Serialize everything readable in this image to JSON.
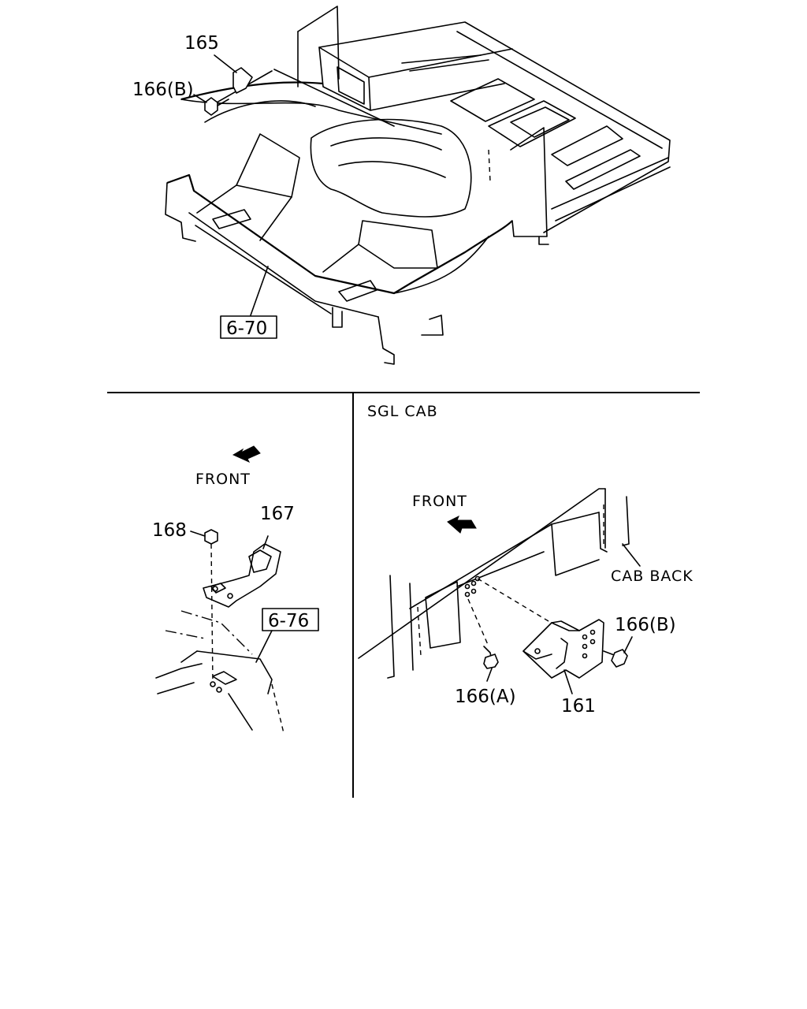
{
  "labels": {
    "top_165": "165",
    "top_166b": "166(B)",
    "top_ref_670": "6-70",
    "left_front": "FRONT",
    "left_168": "168",
    "left_167": "167",
    "left_ref_676": "6-76",
    "right_variant": "SGL CAB",
    "right_front": "FRONT",
    "right_cab_back": "CAB BACK",
    "right_166b": "166(B)",
    "right_166a": "166(A)",
    "right_161": "161"
  }
}
